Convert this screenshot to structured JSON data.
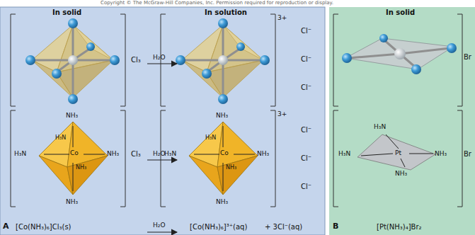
{
  "diagram": {
    "labels": [
      "Copyright © The McGraw-Hill Companies, Inc. Permission required for reproduction or display.",
      "In solid",
      "In solution",
      "In solid",
      "Cl₃",
      "H₂O",
      "3+",
      "Cl⁻",
      "Cl⁻",
      "Cl⁻",
      "Br",
      "NH₃",
      "H₃N",
      "Co",
      "NH₃",
      "H₃N",
      "NH₃",
      "NH₃",
      "Cl₃",
      "H₂O",
      "NH₃",
      "H₃N",
      "Co",
      "NH₃",
      "H₃N",
      "NH₃",
      "NH₃",
      "3+",
      "Cl⁻",
      "Cl⁻",
      "Cl⁻",
      "H₃N",
      "H₃N",
      "Pt",
      "NH₃",
      "NH₃",
      "Br",
      "A",
      "[Co(NH₃)₆]Cl₃(s)",
      "H₂O",
      "[Co(NH₃)₆]³⁺(aq)",
      "+ 3Cl⁻(aq)",
      "B",
      "[Pt(NH₃)₄]Br₂"
    ]
  }
}
